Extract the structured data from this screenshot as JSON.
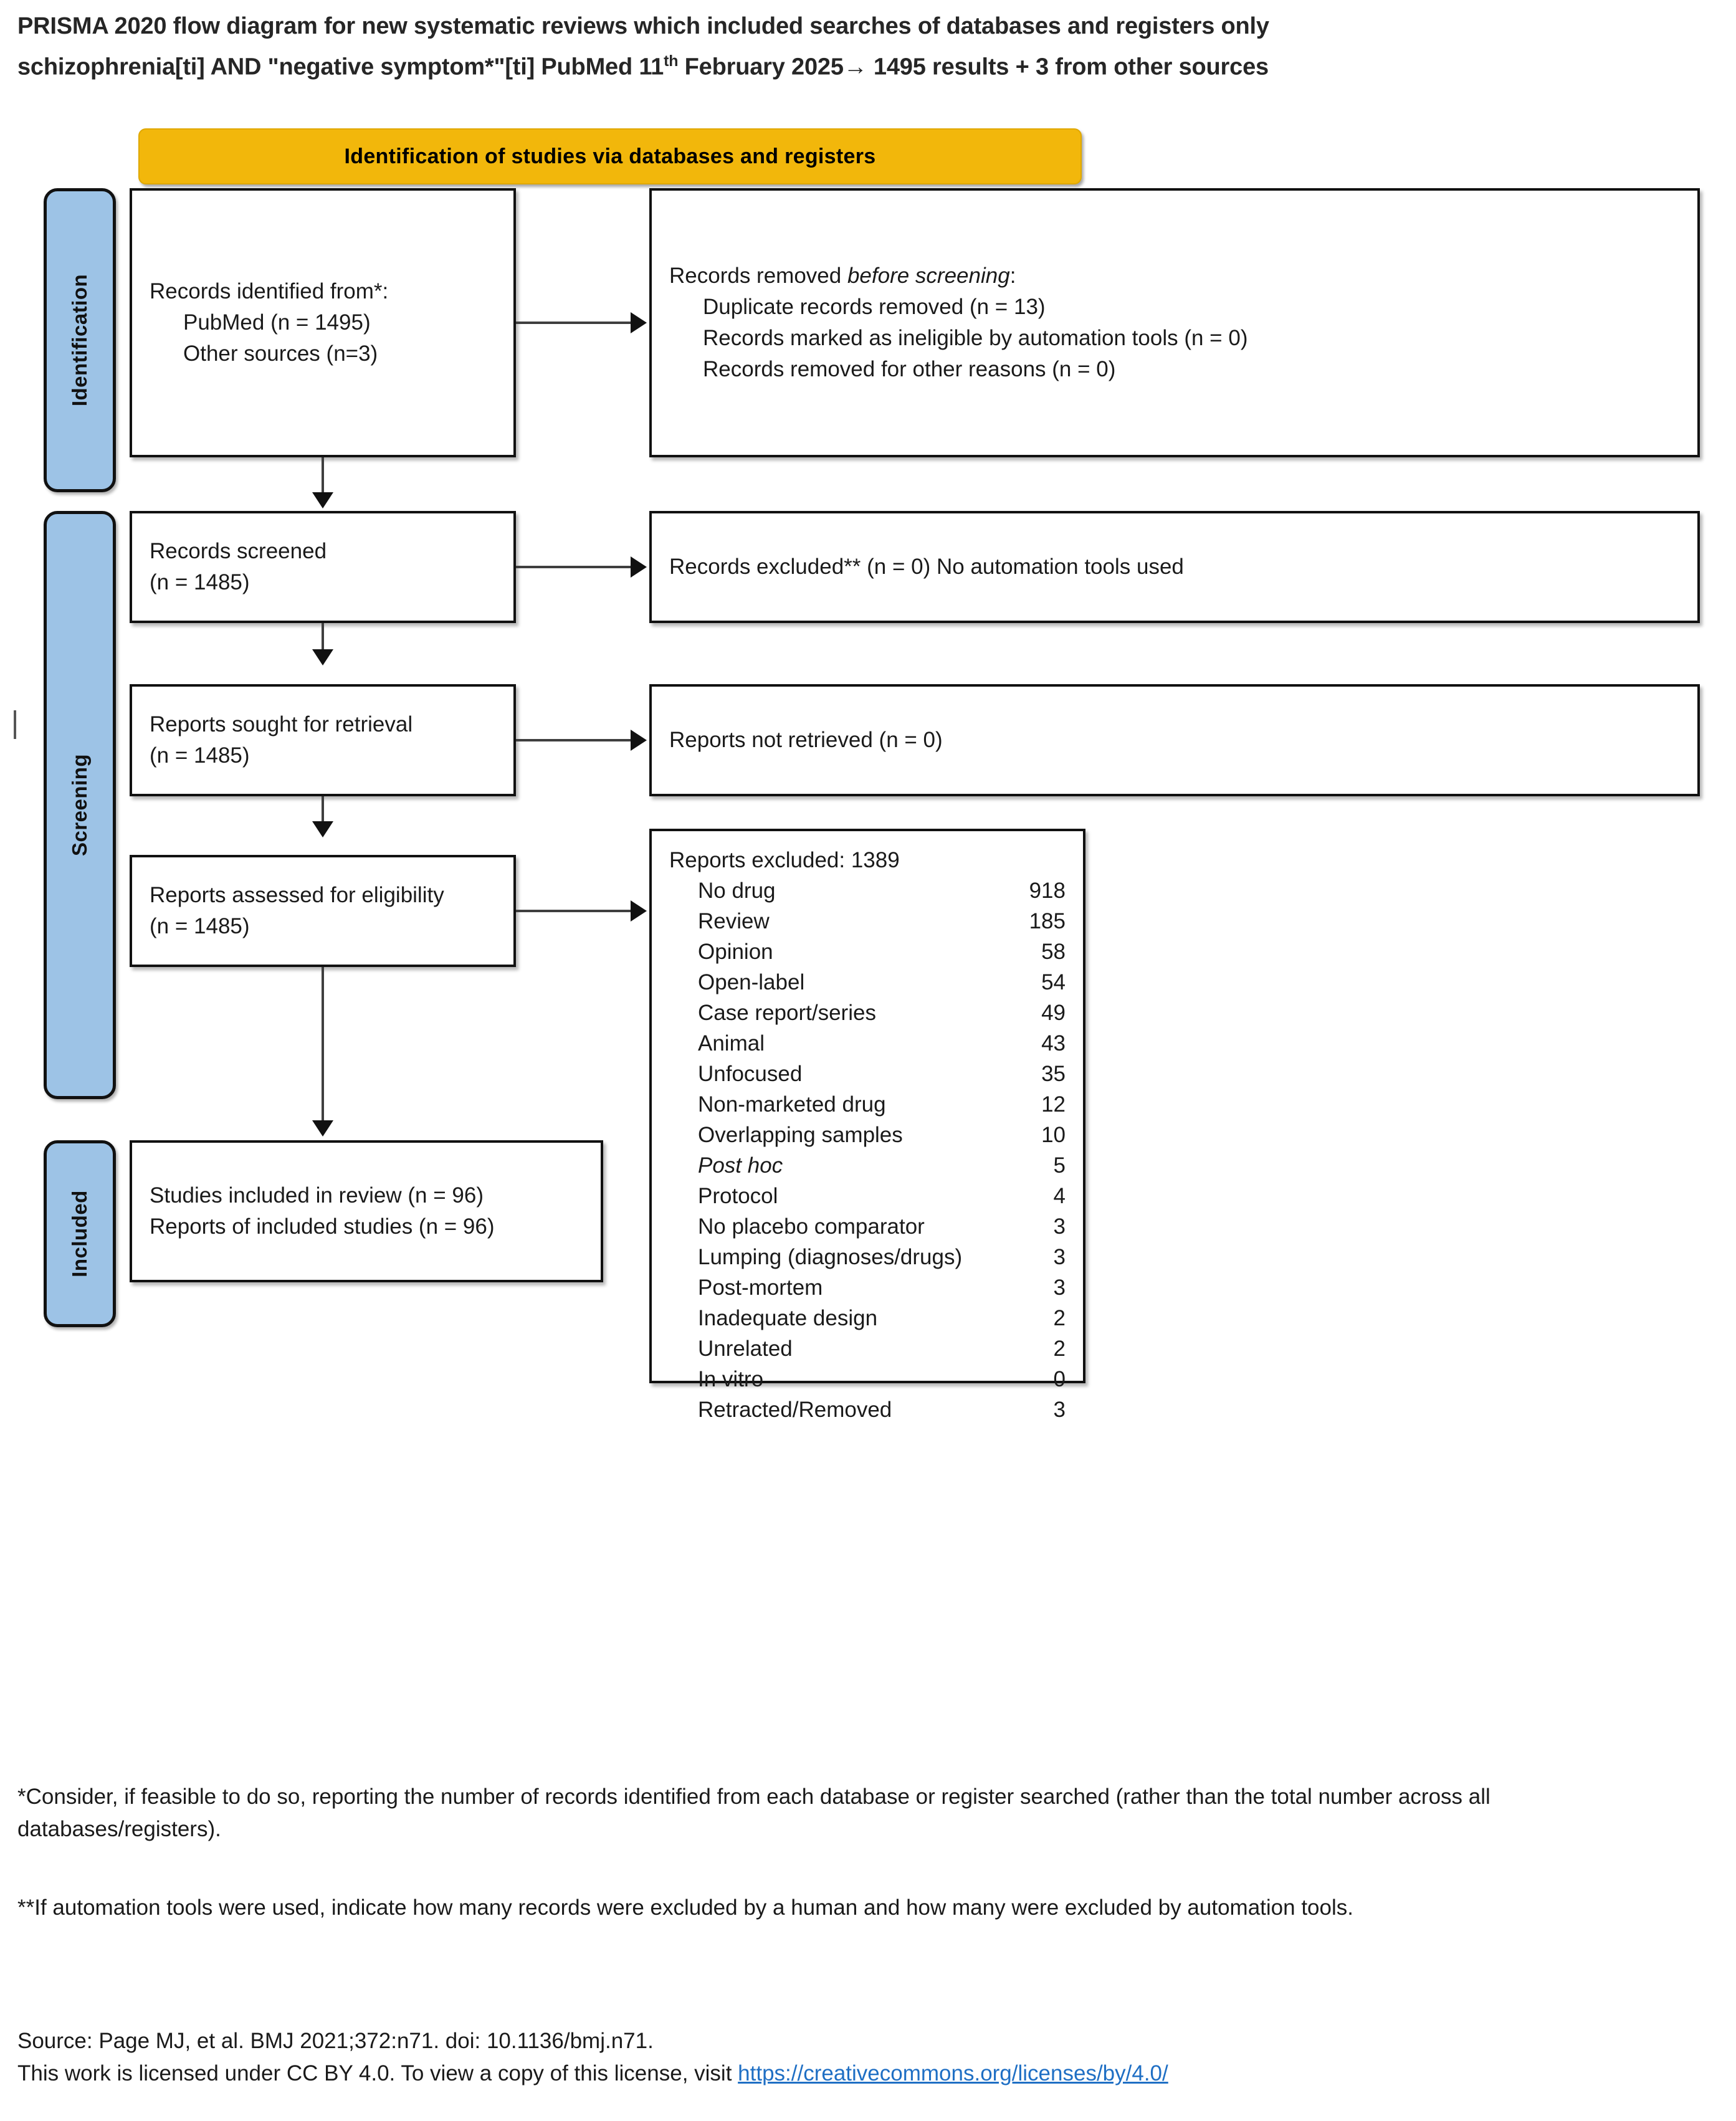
{
  "header": {
    "line1": "PRISMA 2020 flow diagram for new systematic reviews which included searches of databases and registers only",
    "line2_pre": "schizophrenia[ti] AND \"negative symptom*\"[ti] PubMed 11",
    "line2_sup": "th",
    "line2_post": " February 2025→ 1495 results + 3 from other sources"
  },
  "banner": {
    "title": "Identification of studies via databases and registers"
  },
  "stages": {
    "identification": "Identification",
    "screening": "Screening",
    "included": "Included"
  },
  "boxes": {
    "identified": {
      "title": "Records identified from*:",
      "items": [
        "PubMed (n = 1495)",
        "Other sources (n=3)"
      ]
    },
    "removed": {
      "title_pre": "Records removed ",
      "title_em": "before screening",
      "title_post": ":",
      "items": [
        "Duplicate records removed (n = 13)",
        "Records marked as ineligible by automation tools (n = 0)",
        "Records removed for other reasons (n = 0)"
      ]
    },
    "screened": {
      "line1": "Records screened",
      "line2": "(n = 1485)"
    },
    "excluded_screening": {
      "line1": "Records excluded** (n = 0) No automation tools used"
    },
    "sought": {
      "line1": "Reports sought for retrieval",
      "line2": "(n = 1485)"
    },
    "not_retrieved": {
      "line1": "Reports not retrieved (n = 0)"
    },
    "assessed": {
      "line1": "Reports assessed for eligibility",
      "line2": "(n = 1485)"
    },
    "included_studies": {
      "line1": "Studies included in review (n = 96)",
      "line2": "Reports of included studies (n = 96)"
    },
    "reasons": {
      "title": "Reports excluded: 1389",
      "rows": [
        {
          "name": "No drug",
          "value": "918",
          "italic": false
        },
        {
          "name": "Review",
          "value": "185",
          "italic": false
        },
        {
          "name": "Opinion",
          "value": "58",
          "italic": false
        },
        {
          "name": "Open-label",
          "value": "54",
          "italic": false
        },
        {
          "name": "Case report/series",
          "value": "49",
          "italic": false
        },
        {
          "name": "Animal",
          "value": "43",
          "italic": false
        },
        {
          "name": "Unfocused",
          "value": "35",
          "italic": false
        },
        {
          "name": "Non-marketed drug",
          "value": "12",
          "italic": false
        },
        {
          "name": "Overlapping samples",
          "value": "10",
          "italic": false
        },
        {
          "name": "Post hoc",
          "value": "5",
          "italic": true
        },
        {
          "name": "Protocol",
          "value": "4",
          "italic": false
        },
        {
          "name": "No placebo comparator",
          "value": "3",
          "italic": false
        },
        {
          "name": "Lumping (diagnoses/drugs)",
          "value": "3",
          "italic": false
        },
        {
          "name": "Post-mortem",
          "value": "3",
          "italic": false
        },
        {
          "name": "Inadequate design",
          "value": "2",
          "italic": false
        },
        {
          "name": "Unrelated",
          "value": "2",
          "italic": false
        },
        {
          "name": "In vitro",
          "value": "0",
          "italic": false
        },
        {
          "name": "Retracted/Removed",
          "value": "3",
          "italic": false
        }
      ]
    }
  },
  "notes": {
    "note1": "*Consider, if feasible to do so, reporting the number of records identified from each database or register searched (rather than the total number across all databases/registers).",
    "note2": "**If automation tools were used, indicate how many records were excluded by a human and how many were excluded by automation tools.",
    "note3_line1": "Source: Page MJ, et al. BMJ 2021;372:n71. doi: 10.1136/bmj.n71.",
    "note3_line2_pre": "This work is licensed under CC BY 4.0. To view a copy of this license, visit ",
    "note3_link": "https://creativecommons.org/licenses/by/4.0/"
  },
  "colors": {
    "banner_fill": "#f2b70b",
    "stage_fill": "#9dc3e6",
    "box_border": "#111111",
    "link": "#1f6fc4"
  }
}
